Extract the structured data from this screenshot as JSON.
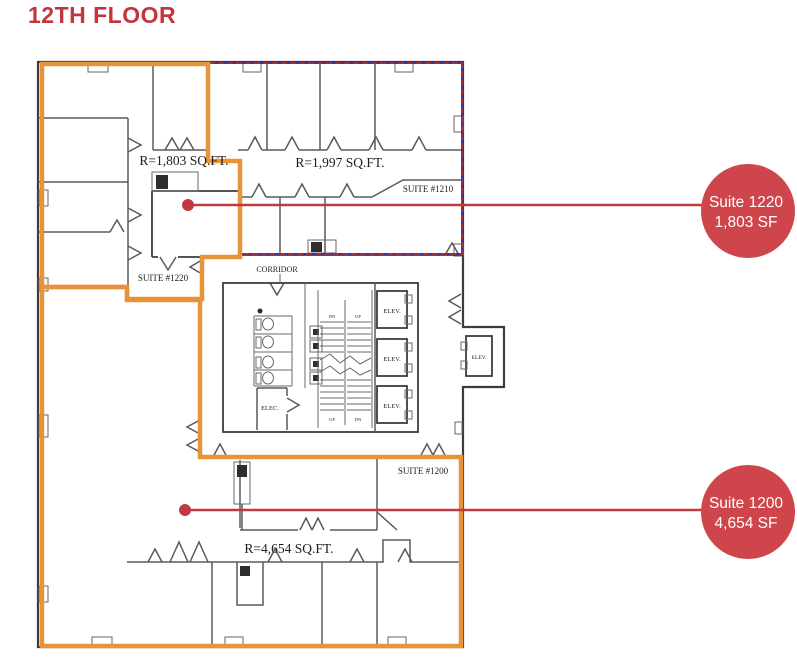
{
  "title": "12TH FLOOR",
  "colors": {
    "title_red": "#c4343c",
    "badge_red": "#ce454b",
    "leader_red": "#c13a41",
    "suite_outline_orange": "#e8923a",
    "boundary_dash_red": "#9e2f38",
    "boundary_dash_blue": "#32379b",
    "wall_dark": "#3c3c3c"
  },
  "plan": {
    "labels": {
      "area_1220": "R=1,803 SQ.FT.",
      "area_1210": "R=1,997 SQ.FT.",
      "suite_1210": "SUITE #1210",
      "suite_1220": "SUITE #1220",
      "corridor": "CORRIDOR",
      "suite_1200": "SUITE #1200",
      "area_1200": "R=4,654 SQ.FT.",
      "elev": "ELEV.",
      "elec": "ELEC.",
      "dn": "DN",
      "up": "UP"
    }
  },
  "callouts": [
    {
      "suite": "Suite 1220",
      "area": "1,803 SF"
    },
    {
      "suite": "Suite 1200",
      "area": "4,654 SF"
    }
  ]
}
